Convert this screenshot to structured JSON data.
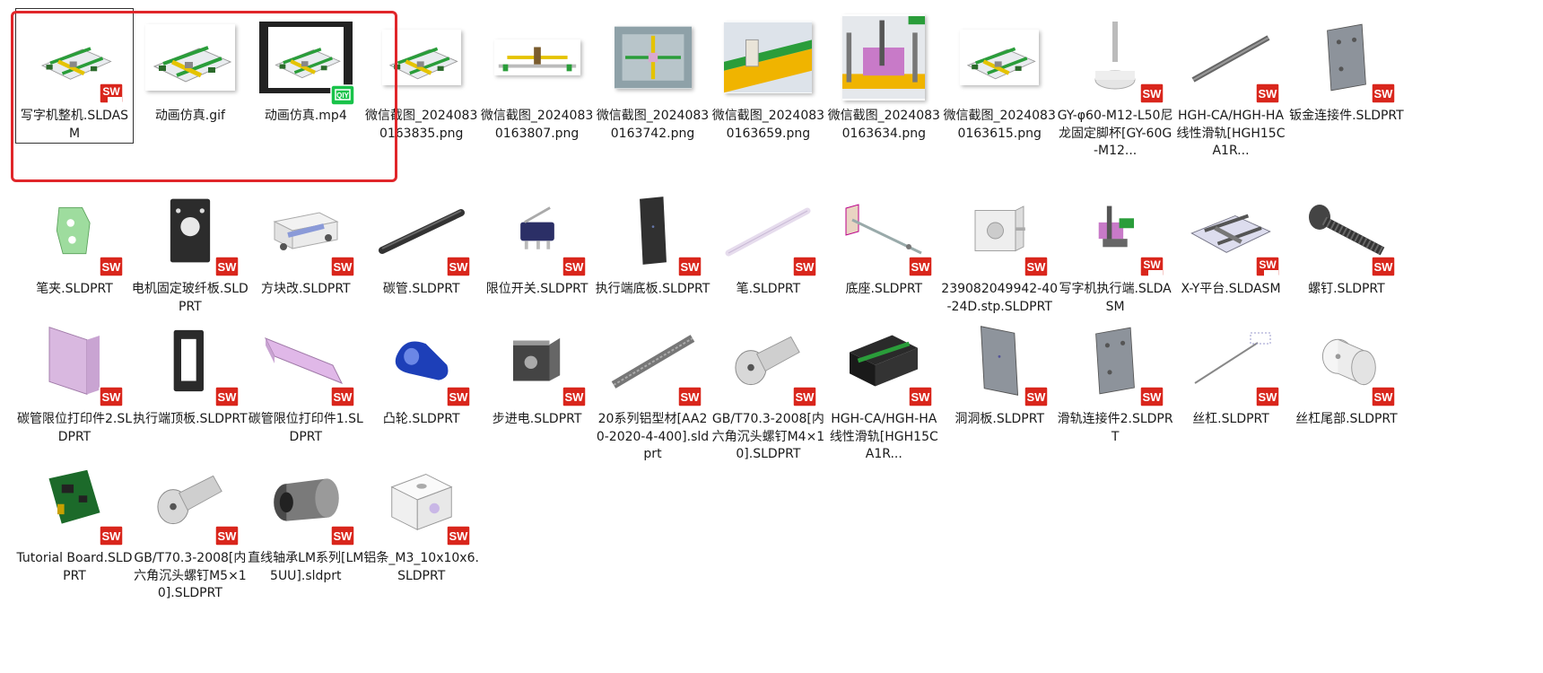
{
  "files": [
    {
      "label": "写字机整机.SLDASM",
      "kind": "asm",
      "badge": "sw2016",
      "selected": true
    },
    {
      "label": "动画仿真.gif",
      "kind": "gif"
    },
    {
      "label": "动画仿真.mp4",
      "kind": "mp4"
    },
    {
      "label": "微信截图_20240830163835.png",
      "kind": "png1"
    },
    {
      "label": "微信截图_20240830163807.png",
      "kind": "png2"
    },
    {
      "label": "微信截图_20240830163742.png",
      "kind": "png3"
    },
    {
      "label": "微信截图_20240830163659.png",
      "kind": "png4"
    },
    {
      "label": "微信截图_20240830163634.png",
      "kind": "png5"
    },
    {
      "label": "微信截图_20240830163615.png",
      "kind": "png1"
    },
    {
      "label": "GY-φ60-M12-L50尼龙固定脚杯[GY-60G-M12...",
      "kind": "foot",
      "badge": "sw"
    },
    {
      "label": "HGH-CA/HGH-HA线性滑轨[HGH15CA1R...",
      "kind": "rail",
      "badge": "sw"
    },
    {
      "label": "钣金连接件.SLDPRT",
      "kind": "plate",
      "badge": "sw"
    },
    {
      "label": "笔夹.SLDPRT",
      "kind": "clip",
      "badge": "sw"
    },
    {
      "label": "电机固定玻纤板.SLDPRT",
      "kind": "motorplate",
      "badge": "sw"
    },
    {
      "label": "方块改.SLDPRT",
      "kind": "block",
      "badge": "sw"
    },
    {
      "label": "碳管.SLDPRT",
      "kind": "tube",
      "badge": "sw"
    },
    {
      "label": "限位开关.SLDPRT",
      "kind": "switch",
      "badge": "sw"
    },
    {
      "label": "执行端底板.SLDPRT",
      "kind": "darkplate",
      "badge": "sw"
    },
    {
      "label": "笔.SLDPRT",
      "kind": "pen",
      "badge": "sw"
    },
    {
      "label": "底座.SLDPRT",
      "kind": "base",
      "badge": "sw"
    },
    {
      "label": "239082049942-40-24D.stp.SLDPRT",
      "kind": "stepper",
      "badge": "sw"
    },
    {
      "label": "写字机执行端.SLDASM",
      "kind": "exec",
      "badge": "sw2016"
    },
    {
      "label": "X-Y平台.SLDASM",
      "kind": "xy",
      "badge": "sw2016"
    },
    {
      "label": "螺钉.SLDPRT",
      "kind": "screw",
      "badge": "sw"
    },
    {
      "label": "碳管限位打印件2.SLDPRT",
      "kind": "pink1",
      "badge": "sw"
    },
    {
      "label": "执行端顶板.SLDPRT",
      "kind": "frame",
      "badge": "sw"
    },
    {
      "label": "碳管限位打印件1.SLDPRT",
      "kind": "pink2",
      "badge": "sw"
    },
    {
      "label": "凸轮.SLDPRT",
      "kind": "cam",
      "badge": "sw"
    },
    {
      "label": "步进电.SLDPRT",
      "kind": "motor",
      "badge": "sw"
    },
    {
      "label": "20系列铝型材[AA20-2020-4-400].sldprt",
      "kind": "profile",
      "badge": "sw"
    },
    {
      "label": "GB/T70.3-2008[内六角沉头螺钉M4×10].SLDPRT",
      "kind": "bolt",
      "badge": "sw"
    },
    {
      "label": "HGH-CA/HGH-HA线性滑轨[HGH15CA1R...",
      "kind": "carriage",
      "badge": "sw"
    },
    {
      "label": "洞洞板.SLDPRT",
      "kind": "holeplate",
      "badge": "sw"
    },
    {
      "label": "滑轨连接件2.SLDPRT",
      "kind": "plate",
      "badge": "sw"
    },
    {
      "label": "丝杠.SLDPRT",
      "kind": "leadscrew",
      "badge": "sw"
    },
    {
      "label": "丝杠尾部.SLDPRT",
      "kind": "cylinder",
      "badge": "sw"
    },
    {
      "label": "Tutorial Board.SLDPRT",
      "kind": "board",
      "badge": "sw"
    },
    {
      "label": "GB/T70.3-2008[内六角沉头螺钉M5×10].SLDPRT",
      "kind": "bolt",
      "badge": "sw"
    },
    {
      "label": "直线轴承LM系列[LM5UU].sldprt",
      "kind": "bearing",
      "badge": "sw"
    },
    {
      "label": "铝条_M3_10x10x6.SLDPRT",
      "kind": "cube",
      "badge": "sw"
    }
  ],
  "highlight_color": "#e0262a",
  "sw_badge_color": "#d9261c",
  "qiyi_badge_color": "#19c34a"
}
